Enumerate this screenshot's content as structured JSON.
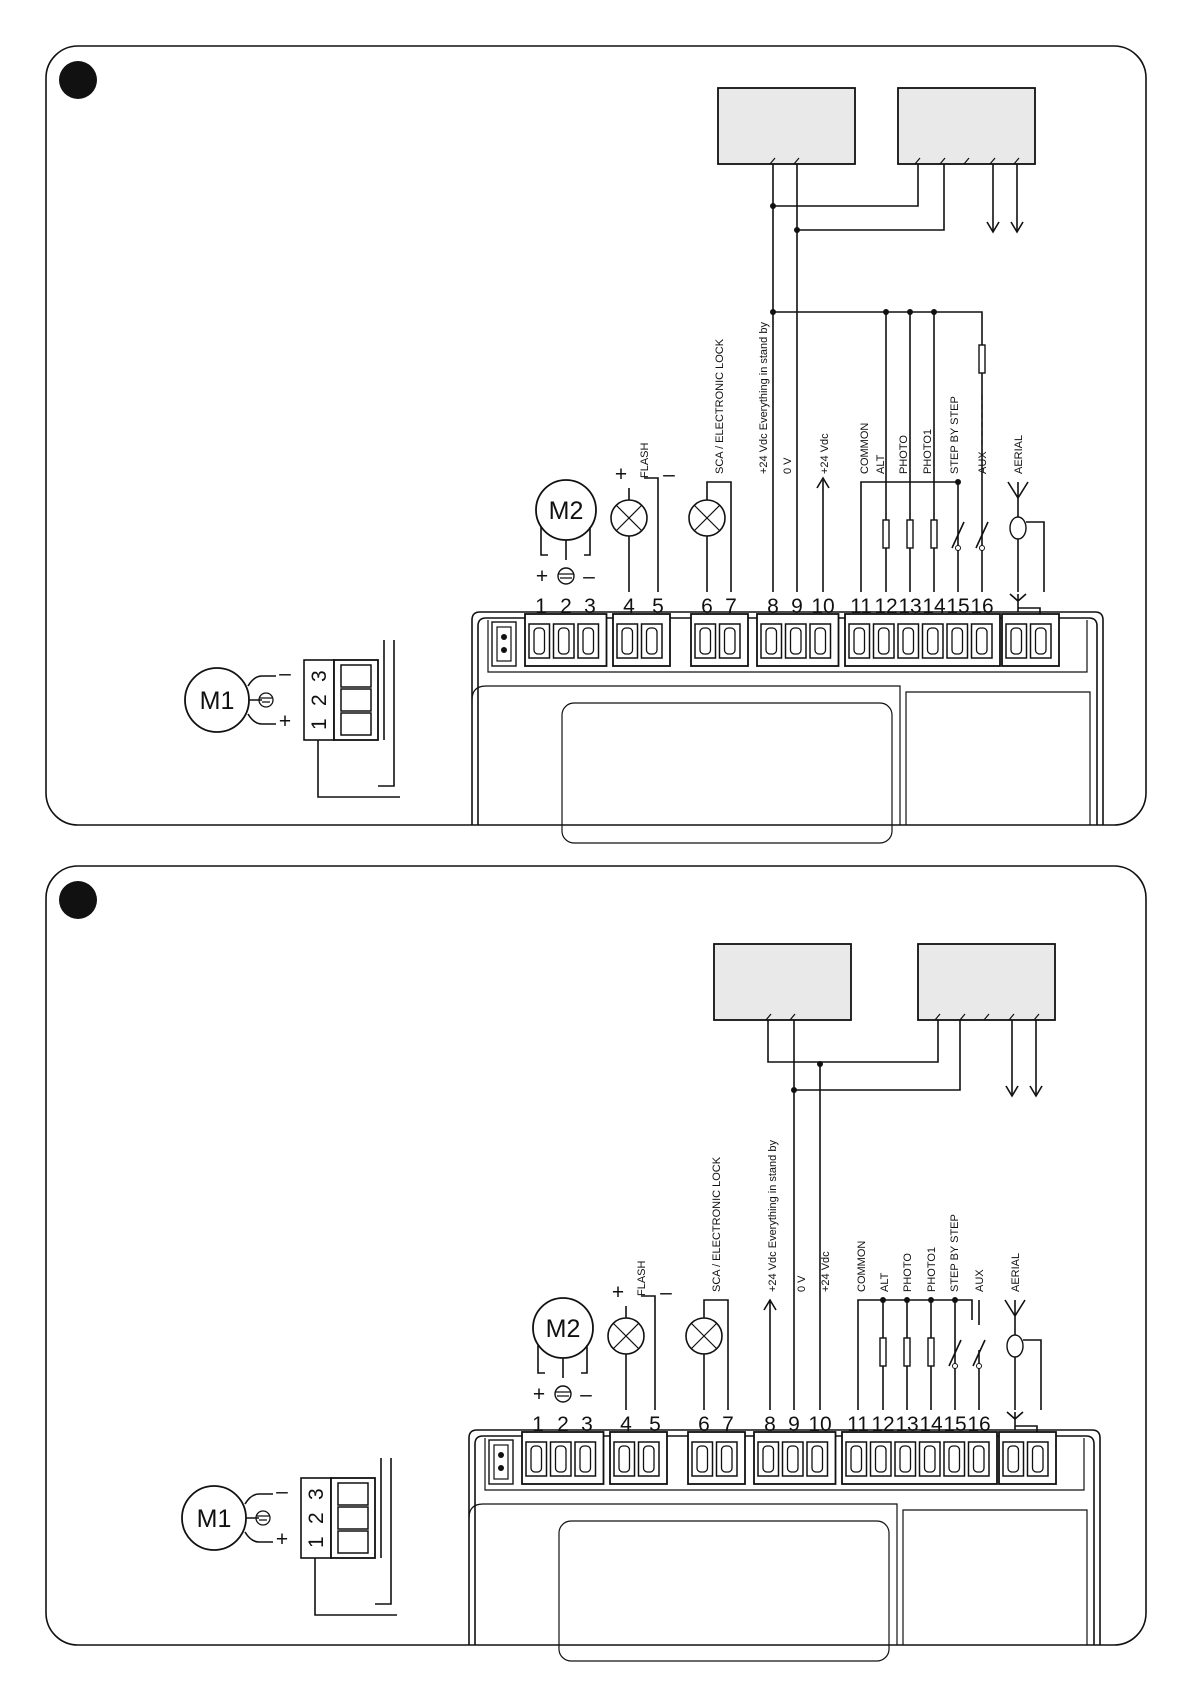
{
  "panels": [
    {
      "id": "panel-1",
      "terminals": {
        "group_motor": [
          "1",
          "2",
          "3"
        ],
        "group_flash": [
          "4",
          "5"
        ],
        "group_sca": [
          "6",
          "7"
        ],
        "group_power": [
          "8",
          "9",
          "10"
        ],
        "group_inputs": [
          "11",
          "12",
          "13",
          "14",
          "15",
          "16"
        ]
      },
      "labels": {
        "flash": "FLASH",
        "sca": "SCA / ELECTRONIC LOCK",
        "vdc_standby": "+24 Vdc Everything in stand by",
        "zero_v": "0 V",
        "vdc": "+24 Vdc",
        "common": "COMMON",
        "alt": "ALT",
        "photo": "PHOTO",
        "photo1": "PHOTO1",
        "step": "STEP BY STEP",
        "aux": "AUX",
        "aerial": "AERIAL",
        "plus": "+",
        "minus": "–"
      },
      "motors": {
        "m1": "M1",
        "m2": "M2"
      },
      "m1_terminals": [
        "1",
        "2",
        "3"
      ],
      "m2_signs": {
        "plus": "+",
        "minus": "–"
      },
      "m1_signs": {
        "plus": "+",
        "minus": "–"
      }
    },
    {
      "id": "panel-2",
      "terminals": {
        "group_motor": [
          "1",
          "2",
          "3"
        ],
        "group_flash": [
          "4",
          "5"
        ],
        "group_sca": [
          "6",
          "7"
        ],
        "group_power": [
          "8",
          "9",
          "10"
        ],
        "group_inputs": [
          "11",
          "12",
          "13",
          "14",
          "15",
          "16"
        ]
      },
      "labels": {
        "flash": "FLASH",
        "sca": "SCA / ELECTRONIC LOCK",
        "vdc_standby": "+24 Vdc Everything in stand by",
        "zero_v": "0 V",
        "vdc": "+24 Vdc",
        "common": "COMMON",
        "alt": "ALT",
        "photo": "PHOTO",
        "photo1": "PHOTO1",
        "step": "STEP BY STEP",
        "aux": "AUX",
        "aerial": "AERIAL",
        "plus": "+",
        "minus": "–"
      },
      "motors": {
        "m1": "M1",
        "m2": "M2"
      },
      "m1_terminals": [
        "1",
        "2",
        "3"
      ],
      "m2_signs": {
        "plus": "+",
        "minus": "–"
      },
      "m1_signs": {
        "plus": "+",
        "minus": "–"
      }
    }
  ]
}
